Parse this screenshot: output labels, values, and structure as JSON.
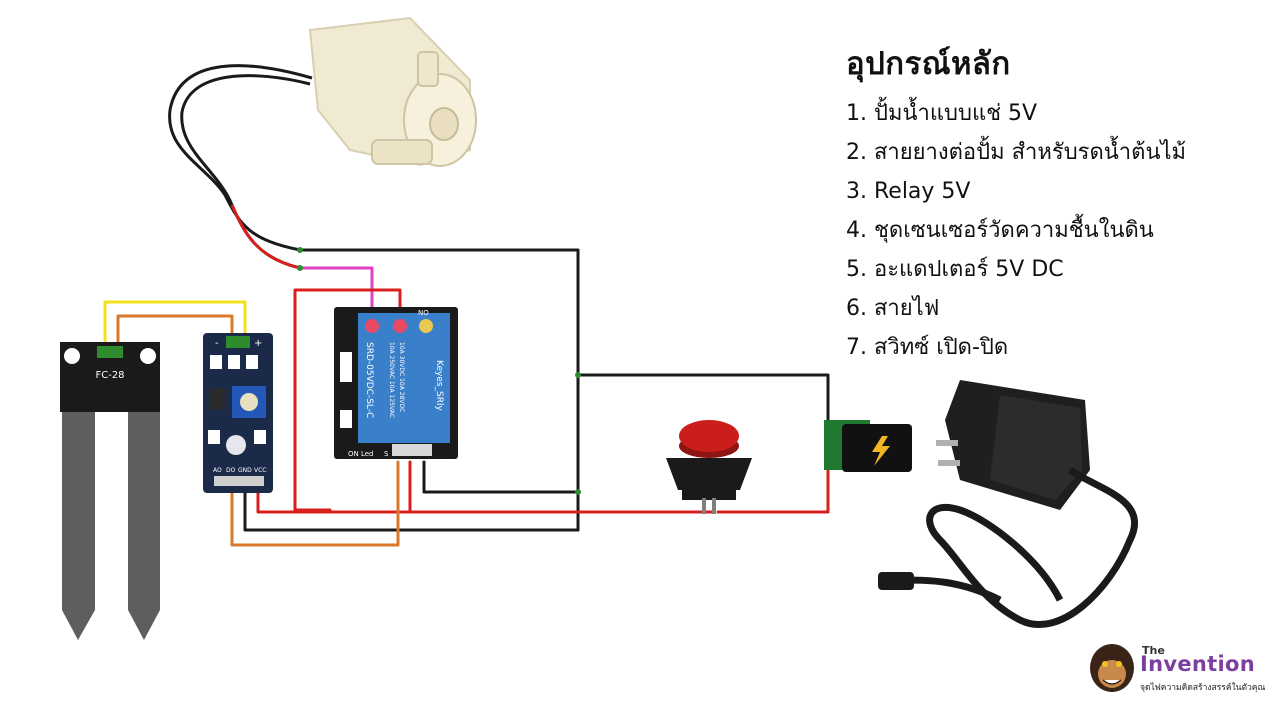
{
  "parts_list": {
    "title": "อุปกรณ์หลัก",
    "items": [
      "1. ปั้มน้ำแบบแช่ 5V",
      "2. สายยางต่อปั้ม สำหรับรดน้ำต้นไม้",
      "3. Relay 5V",
      "4. ชุดเซนเซอร์วัดความชื้นในดิน",
      "5. อะแดปเตอร์ 5V DC",
      "6. สายไฟ",
      "7. สวิทซ์ เปิด-ปิด"
    ]
  },
  "sensor_probe": {
    "label": "FC-28"
  },
  "sensor_module": {
    "pin_minus": "-",
    "pin_plus": "+",
    "pins": [
      "AO",
      "DO",
      "GND",
      "VCC"
    ]
  },
  "relay": {
    "no_label": "NO",
    "model": "SRD-05VDC-SL-C",
    "ratings": [
      "10A 250VAC 10A 125VAC",
      "10A 30VDC 10A 28VDC"
    ],
    "brand": "Keyes_SRly",
    "led_label": "ON Led",
    "s_label": "S"
  },
  "logo": {
    "the": "The",
    "brand": "Invention",
    "tagline": "จุดไฟความคิดสร้างสรรค์ในตัวคุณ"
  },
  "colors": {
    "wire_red": "#d91e1e",
    "wire_black": "#1a1a1a",
    "wire_yellow": "#f2e21a",
    "wire_orange": "#d9782a",
    "wire_pink": "#e23fc4",
    "relay_blue": "#3a7fc9",
    "sensor_navy": "#1c2a4a",
    "button_red": "#cc1d1d"
  }
}
